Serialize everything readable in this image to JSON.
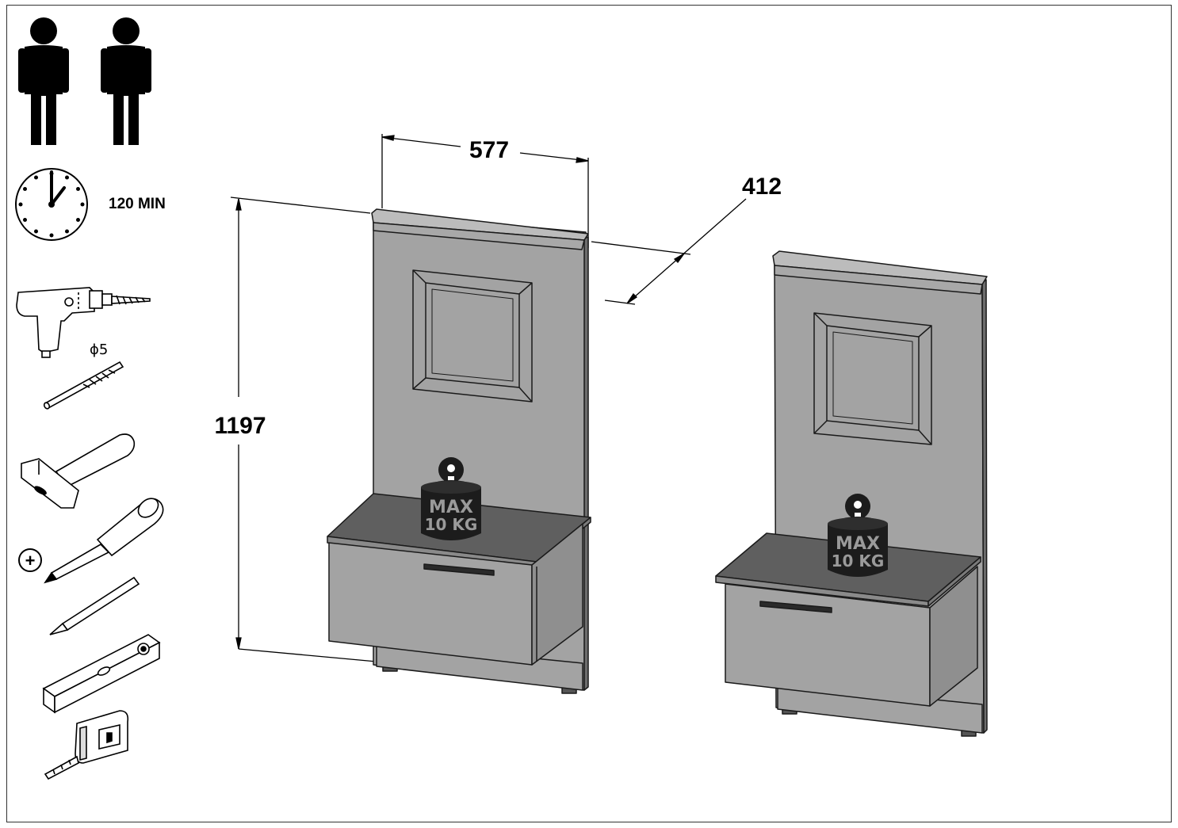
{
  "persons_required": 2,
  "assembly_time": {
    "label": "120 MIN",
    "icon": "clock-icon"
  },
  "tools": [
    {
      "name": "drill",
      "icon": "drill-icon"
    },
    {
      "name": "drill-bit",
      "icon": "drill-bit-icon",
      "label": "ϕ5"
    },
    {
      "name": "hammer",
      "icon": "hammer-icon"
    },
    {
      "name": "phillips-screwdriver",
      "icon": "screwdriver-icon",
      "label": "+"
    },
    {
      "name": "pencil",
      "icon": "pencil-icon"
    },
    {
      "name": "spirit-level",
      "icon": "spirit-level-icon"
    },
    {
      "name": "tape-measure",
      "icon": "tape-measure-icon"
    }
  ],
  "dimensions": {
    "width": "577",
    "depth": "412",
    "height": "1197"
  },
  "weight_limit": {
    "line1": "MAX",
    "line2": "10 KG"
  },
  "colors": {
    "panel": "#a3a3a3",
    "shelf_top": "#5f5f5f",
    "weight": "#1c1c1c",
    "outline": "#1a1a1a"
  }
}
